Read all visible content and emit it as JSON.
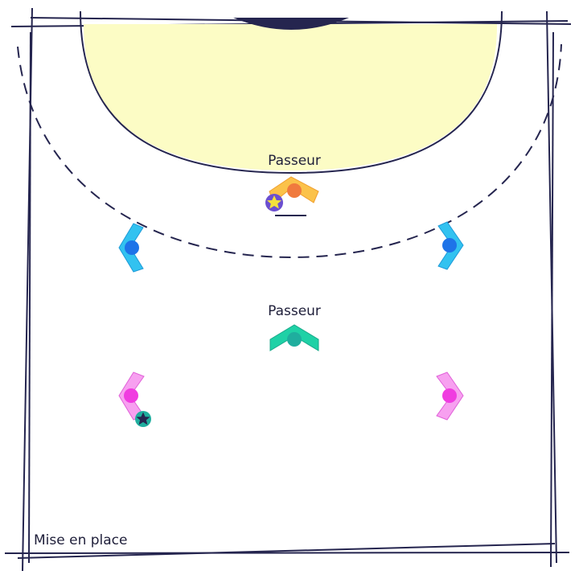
{
  "diagram": {
    "labels": {
      "passeur_top": "Passeur",
      "passeur_mid": "Passeur",
      "caption": "Mise en place"
    },
    "colors": {
      "lines": "#25254f",
      "zone_fill": "#fcfcc5",
      "passeur_top": "#f07a3e",
      "passeur_top_chevron": "#fbc24a",
      "wing_blue": "#1e73e8",
      "wing_blue_chevron": "#32c2f0",
      "passeur_mid": "#1fae9e",
      "passeur_mid_chevron": "#1fd1a6",
      "wing_pink": "#f03ce0",
      "wing_pink_chevron": "#f7a0f0",
      "ball_star_yellow": "#f4e23a",
      "ball_ring_purple": "#6b4fd0",
      "ball_star_navy": "#25254f",
      "ball_ring_teal": "#1fae9e"
    },
    "icons": {
      "player": "circle-with-chevron-icon",
      "ball": "star-ball-icon"
    }
  }
}
